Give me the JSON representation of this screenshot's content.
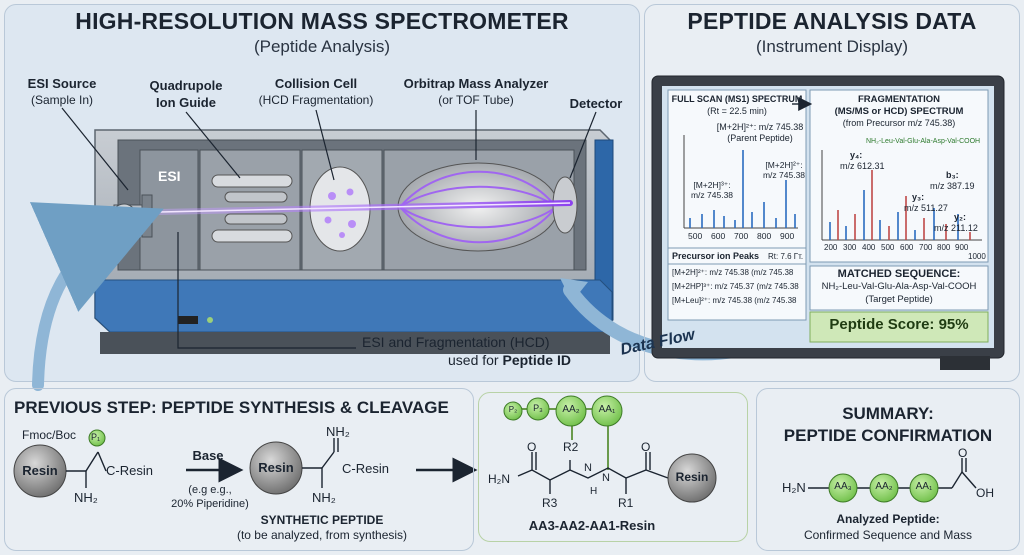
{
  "main": {
    "title": "HIGH-RESOLUTION MASS SPECTROMETER",
    "subtitle": "(Peptide Analysis)",
    "components": {
      "esi_title": "ESI Source",
      "esi_sub": "(Sample In)",
      "quad_title1": "Quadrupole",
      "quad_title2": "Ion Guide",
      "cell_title": "Collision Cell",
      "cell_sub": "(HCD Fragmentation)",
      "orbi_title": "Orbitrap Mass Analyzer",
      "orbi_sub": "(or TOF Tube)",
      "det_title": "Detector",
      "esi_tag": "ESI"
    },
    "caption1": "ESI and Fragmentation (HCD)",
    "caption2_pre": "used for ",
    "caption2_bold": "Peptide ID"
  },
  "data_panel": {
    "title": "PEPTIDE ANALYSIS DATA",
    "subtitle": "(Instrument Display)",
    "flow_label": "Data Flow",
    "ms1": {
      "title": "FULL SCAN (MS1) SPECTRUM",
      "rt": "(Rt = 22.5 min)",
      "peak1_l1": "[M+2H]²⁺: m/z 745.38",
      "peak1_l2": "(Parent Peptide)",
      "peak2_l1": "[M+2H]³⁺:",
      "peak2_l2": "m/z 745.38",
      "peak3_l1": "[M+2H]²⁺:",
      "peak3_l2": "m/z 745.38",
      "ticks": [
        "500",
        "600",
        "700",
        "800",
        "900"
      ],
      "precursor_title": "Precursor ion Peaks",
      "precursor_rt": "Rt: 7.6 Гт.",
      "precursor_rows": [
        "[M+2H]²⁺: m/z 745.38 (m/z 745.38",
        "[M+2HP]³⁺: m/z 745.37 (m/z 745.38",
        "[M+Leu]²⁺: m/z 745.38 (m/z 745.38"
      ]
    },
    "ms2": {
      "title1": "FRAGMENTATION",
      "title2": "(MS/MS or HCD) SPECTRUM",
      "from": "(from Precursor m/z 745.38)",
      "sequence_label": "NH₂-Leu-Val-Glu-Ala-Asp-Val-COOH",
      "y4_l1": "y₄:",
      "y4_l2": "m/z 612.31",
      "b3_l1": "b₃:",
      "b3_l2": "m/z 387.19",
      "y3_l1": "y₃:",
      "y3_l2": "m/z 511.27",
      "y2_l1": "y₂:",
      "y2_l2": "m/z 211.12",
      "ticks": [
        "200",
        "300",
        "400",
        "500",
        "600",
        "700",
        "800",
        "900",
        "1000"
      ],
      "matched_title": "MATCHED SEQUENCE:",
      "matched_seq": "NH₂-Leu-Val-Glu-Ala-Asp-Val-COOH",
      "matched_note": "(Target Peptide)",
      "score": "Peptide Score: 95%"
    }
  },
  "previous": {
    "title": "PREVIOUS STEP: PEPTIDE SYNTHESIS & CLEAVAGE",
    "fmoc": "Fmoc/Boc",
    "p1": "P₁",
    "resin": "Resin",
    "c_resin": "C-Resin",
    "nh2": "NH₂",
    "base": "Base",
    "base_note1": "(e.g e.g.,",
    "base_note2": "20% Piperidine)",
    "synthetic_title": "SYNTHETIC PEPTIDE",
    "synthetic_note": "(to be analyzed, from synthesis)"
  },
  "chain": {
    "beads": [
      "P₂",
      "P₃",
      "AA₂",
      "AA₁"
    ],
    "r2": "R2",
    "r3": "R3",
    "r1": "R1",
    "h2n": "H₂N",
    "o": "O",
    "n": "N",
    "h": "H",
    "resin": "Resin",
    "label": "AA3-AA2-AA1-Resin"
  },
  "summary": {
    "title1": "SUMMARY:",
    "title2": "PEPTIDE CONFIRMATION",
    "h2n": "H₂N",
    "beads": [
      "AA₃",
      "AA₂",
      "AA₁"
    ],
    "o": "O",
    "oh": "OH",
    "caption_title": "Analyzed Peptide:",
    "caption_sub": "Confirmed Sequence and Mass"
  },
  "colors": {
    "accent_purple": "#a065e8",
    "bead_green": "#8cd36a",
    "resin_gray": "#8e8e8e",
    "monitor_frame": "#3a3f47",
    "score_bg": "#cfe8b8"
  }
}
